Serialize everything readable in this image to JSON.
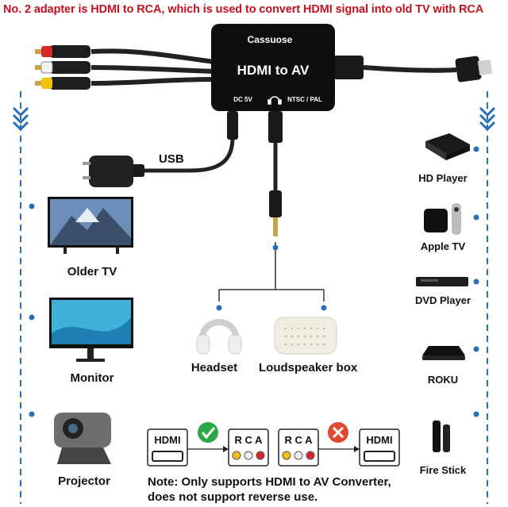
{
  "headline": "No. 2 adapter is HDMI to RCA, which is used to convert HDMI signal into old TV with RCA",
  "device": {
    "brand": "Cassuose",
    "model": "HDMI to AV",
    "power_label": "DC 5V",
    "mode_label": "NTSC / PAL"
  },
  "usb_label": "USB",
  "left_devices": [
    "Older TV",
    "Monitor",
    "Projector"
  ],
  "right_devices": [
    "HD Player",
    "Apple TV",
    "DVD Player",
    "ROKU",
    "Fire Stick"
  ],
  "audio_outputs": [
    "Headset",
    "Loudspeaker box"
  ],
  "direction": {
    "supported": {
      "from": "HDMI",
      "to": "R C A",
      "icon": "check-icon"
    },
    "unsupported": {
      "from": "R C A",
      "to": "HDMI",
      "icon": "cross-icon"
    }
  },
  "note_line1": "Note: Only supports HDMI to AV Converter,",
  "note_line2": "does not support reverse use.",
  "colors": {
    "headline": "#c1121f",
    "accent": "#2a6fb5",
    "check": "#2aa84a",
    "cross": "#e2472f"
  }
}
